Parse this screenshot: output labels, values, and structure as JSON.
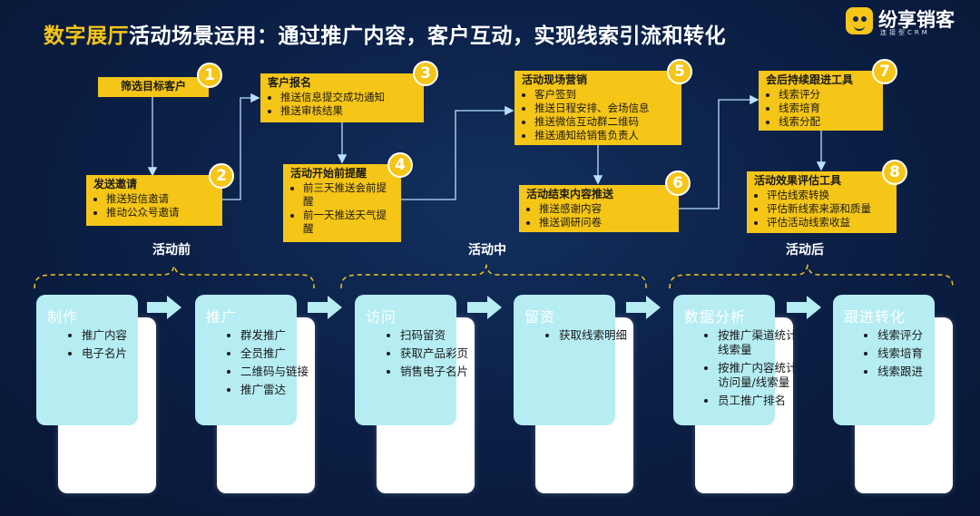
{
  "title": {
    "highlight": "数字展厅",
    "rest": "活动场景运用：通过推广内容，客户互动，实现线索引流和转化"
  },
  "logo": {
    "name": "纷享销客",
    "subtitle": "连接型CRM"
  },
  "steps": [
    {
      "number": "1",
      "title": "筛选目标客户",
      "items": []
    },
    {
      "number": "2",
      "title": "发送邀请",
      "items": [
        "推送短信邀请",
        "推动公众号邀请"
      ]
    },
    {
      "number": "3",
      "title": "客户报名",
      "items": [
        "推送信息提交成功通知",
        "推送审核结果"
      ]
    },
    {
      "number": "4",
      "title": "活动开始前提醒",
      "items": [
        "前三天推送会前提醒",
        "前一天推送天气提醒"
      ]
    },
    {
      "number": "5",
      "title": "活动现场营销",
      "items": [
        "客户签到",
        "推送日程安排、会场信息",
        "推送微信互动群二维码",
        "推送通知给销售负责人"
      ]
    },
    {
      "number": "6",
      "title": "活动结束内容推送",
      "items": [
        "推送感谢内容",
        "推送调研问卷"
      ]
    },
    {
      "number": "7",
      "title": "会后持续跟进工具",
      "items": [
        "线索评分",
        "线索培育",
        "线索分配"
      ]
    },
    {
      "number": "8",
      "title": "活动效果评估工具",
      "items": [
        "评估线索转换",
        "评估新线索来源和质量",
        "评估活动线索收益"
      ]
    }
  ],
  "phases": [
    "活动前",
    "活动中",
    "活动后"
  ],
  "cards": [
    {
      "title": "制作",
      "items": [
        "推广内容",
        "电子名片"
      ]
    },
    {
      "title": "推广",
      "items": [
        "群发推广",
        "全员推广",
        "二维码与链接",
        "推广雷达"
      ]
    },
    {
      "title": "访问",
      "items": [
        "扫码留资",
        "获取产品彩页",
        "销售电子名片"
      ]
    },
    {
      "title": "留资",
      "items": [
        "获取线索明细"
      ]
    },
    {
      "title": "数据分析",
      "items": [
        "按推广渠道统计线索量",
        "按推广内容统计访问量/线索量",
        "员工推广排名"
      ]
    },
    {
      "title": "跟进转化",
      "items": [
        "线索评分",
        "线索培育",
        "线索跟进"
      ]
    }
  ],
  "colors": {
    "accent": "#f5c518",
    "card_front": "#b5edf3",
    "background": "#0c2148",
    "connector": "#b8e0ff"
  }
}
